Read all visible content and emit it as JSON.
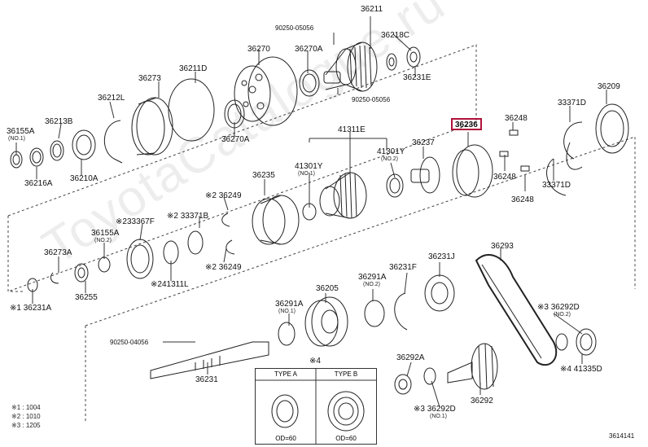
{
  "watermark": "ToyotaCatalogue.ru",
  "diagram_code": "3614141",
  "highlight_part": "36236",
  "parts": [
    {
      "id": "p36211",
      "number": "36211",
      "sub": ""
    },
    {
      "id": "p90250a",
      "number": "90250-05056",
      "sub": ""
    },
    {
      "id": "p36218c",
      "number": "36218C",
      "sub": ""
    },
    {
      "id": "p36270",
      "number": "36270",
      "sub": ""
    },
    {
      "id": "p36270a_top",
      "number": "36270A",
      "sub": ""
    },
    {
      "id": "p36231e",
      "number": "36231E",
      "sub": ""
    },
    {
      "id": "p90250b",
      "number": "90250-05056",
      "sub": ""
    },
    {
      "id": "p36273",
      "number": "36273",
      "sub": ""
    },
    {
      "id": "p36211d",
      "number": "36211D",
      "sub": ""
    },
    {
      "id": "p36209",
      "number": "36209",
      "sub": ""
    },
    {
      "id": "p36212l",
      "number": "36212L",
      "sub": ""
    },
    {
      "id": "p33371d_top",
      "number": "33371D",
      "sub": ""
    },
    {
      "id": "p36213b",
      "number": "36213B",
      "sub": ""
    },
    {
      "id": "p36155a",
      "number": "36155A",
      "sub": "(NO.1)"
    },
    {
      "id": "p36248_top",
      "number": "36248",
      "sub": ""
    },
    {
      "id": "p41311e",
      "number": "41311E",
      "sub": ""
    },
    {
      "id": "p36270a_mid",
      "number": "36270A",
      "sub": ""
    },
    {
      "id": "p36216a",
      "number": "36216A",
      "sub": ""
    },
    {
      "id": "p36210a",
      "number": "36210A",
      "sub": ""
    },
    {
      "id": "p41301y_1",
      "number": "41301Y",
      "sub": "(NO.1)"
    },
    {
      "id": "p41301y_2",
      "number": "41301Y",
      "sub": "(NO.2)"
    },
    {
      "id": "p36237",
      "number": "36237",
      "sub": ""
    },
    {
      "id": "p36248_mid",
      "number": "36248",
      "sub": ""
    },
    {
      "id": "p36235",
      "number": "36235",
      "sub": ""
    },
    {
      "id": "p36249_top",
      "number": "※2 36249",
      "sub": ""
    },
    {
      "id": "p33371d_mid",
      "number": "33371D",
      "sub": ""
    },
    {
      "id": "p36248_low",
      "number": "36248",
      "sub": ""
    },
    {
      "id": "p233367f",
      "number": "※233367F",
      "sub": ""
    },
    {
      "id": "p33371b",
      "number": "※2 33371B",
      "sub": ""
    },
    {
      "id": "p36155a_2",
      "number": "36155A",
      "sub": "(NO.2)"
    },
    {
      "id": "p36273a",
      "number": "36273A",
      "sub": ""
    },
    {
      "id": "p36249_low",
      "number": "※2 36249",
      "sub": ""
    },
    {
      "id": "p36293",
      "number": "36293",
      "sub": ""
    },
    {
      "id": "p36231j",
      "number": "36231J",
      "sub": ""
    },
    {
      "id": "p36231f",
      "number": "36231F",
      "sub": ""
    },
    {
      "id": "p36291a_2",
      "number": "36291A",
      "sub": "(NO.2)"
    },
    {
      "id": "p241311l",
      "number": "※241311L",
      "sub": ""
    },
    {
      "id": "p36255",
      "number": "36255",
      "sub": ""
    },
    {
      "id": "p36205",
      "number": "36205",
      "sub": ""
    },
    {
      "id": "p36291a_1",
      "number": "36291A",
      "sub": "(NO.1)"
    },
    {
      "id": "p36231a",
      "number": "※1 36231A",
      "sub": ""
    },
    {
      "id": "p36292d_top",
      "number": "※3 36292D",
      "sub": "(NO.2)"
    },
    {
      "id": "p90250c",
      "number": "90250-04056",
      "sub": ""
    },
    {
      "id": "p36292a",
      "number": "36292A",
      "sub": ""
    },
    {
      "id": "p41335d",
      "number": "※4 41335D",
      "sub": ""
    },
    {
      "id": "p36231",
      "number": "36231",
      "sub": ""
    },
    {
      "id": "p36292",
      "number": "36292",
      "sub": ""
    },
    {
      "id": "p36292d_low",
      "number": "※3 36292D",
      "sub": "(NO.1)"
    },
    {
      "id": "p4mark",
      "number": "※4",
      "sub": ""
    }
  ],
  "type_table": {
    "col_a": "TYPE A",
    "col_b": "TYPE B",
    "dim_a": "OD=60",
    "dim_b": "OD=60"
  },
  "notes": [
    "※1 : 1004",
    "※2 : 1010",
    "※3 : 1205"
  ]
}
